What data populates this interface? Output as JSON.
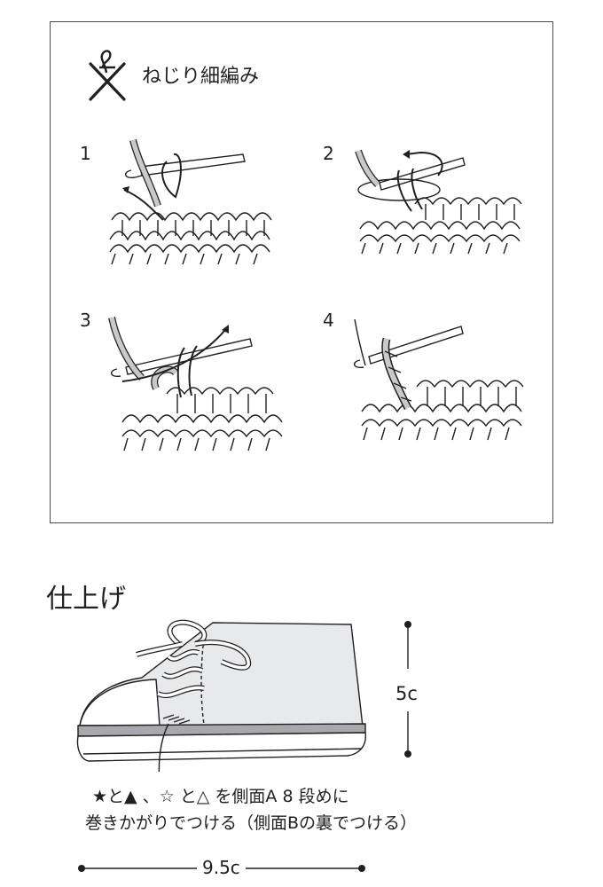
{
  "stitch": {
    "symbol_name": "twisted-single-crochet-symbol",
    "label": "ねじり細編み"
  },
  "steps": [
    {
      "num": "1"
    },
    {
      "num": "2"
    },
    {
      "num": "3"
    },
    {
      "num": "4"
    }
  ],
  "finishing": {
    "title": "仕上げ",
    "height_label": "5c",
    "width_label": "9.5c",
    "note_line1": "★と▲ 、☆ と△ を側面A  8 段めに",
    "note_line2": "巻きかがりでつける（側面Bの裏でつける）"
  },
  "colors": {
    "line": "#231f20",
    "yarn_gray": "#c8c9cb",
    "shoe_fill": "#e8e9ea",
    "stripe": "#a7a9ac"
  }
}
